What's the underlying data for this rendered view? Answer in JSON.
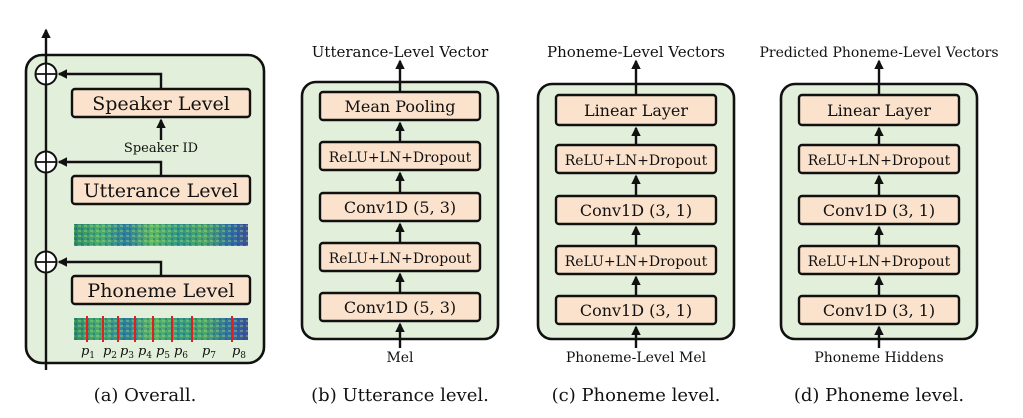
{
  "panels": {
    "overall": {
      "caption": "(a) Overall.",
      "speaker_level": "Speaker Level",
      "speaker_id": "Speaker ID",
      "utterance_level": "Utterance Level",
      "phoneme_level": "Phoneme Level",
      "phoneme_marks": [
        "p1",
        "p2",
        "p3",
        "p4",
        "p5",
        "p6",
        "p7",
        "p8"
      ]
    },
    "utterance": {
      "caption": "(b) Utterance level.",
      "output": "Utterance-Level Vector",
      "input": "Mel",
      "layers": [
        "Mean Pooling",
        "ReLU+LN+Dropout",
        "Conv1D (5, 3)",
        "ReLU+LN+Dropout",
        "Conv1D (5, 3)"
      ]
    },
    "phoneme": {
      "caption": "(c) Phoneme level.",
      "output": "Phoneme-Level Vectors",
      "input": "Phoneme-Level Mel",
      "layers": [
        "Linear Layer",
        "ReLU+LN+Dropout",
        "Conv1D (3, 1)",
        "ReLU+LN+Dropout",
        "Conv1D (3, 1)"
      ]
    },
    "predicted": {
      "caption": "(d) Phoneme level.",
      "output": "Predicted Phoneme-Level Vectors",
      "input": "Phoneme Hiddens",
      "layers": [
        "Linear Layer",
        "ReLU+LN+Dropout",
        "Conv1D (3, 1)",
        "ReLU+LN+Dropout",
        "Conv1D (3, 1)"
      ]
    }
  },
  "colors": {
    "panel_fill": "#e2efda",
    "layer_fill": "#fbe2cc",
    "mark_color": "#e02020"
  }
}
